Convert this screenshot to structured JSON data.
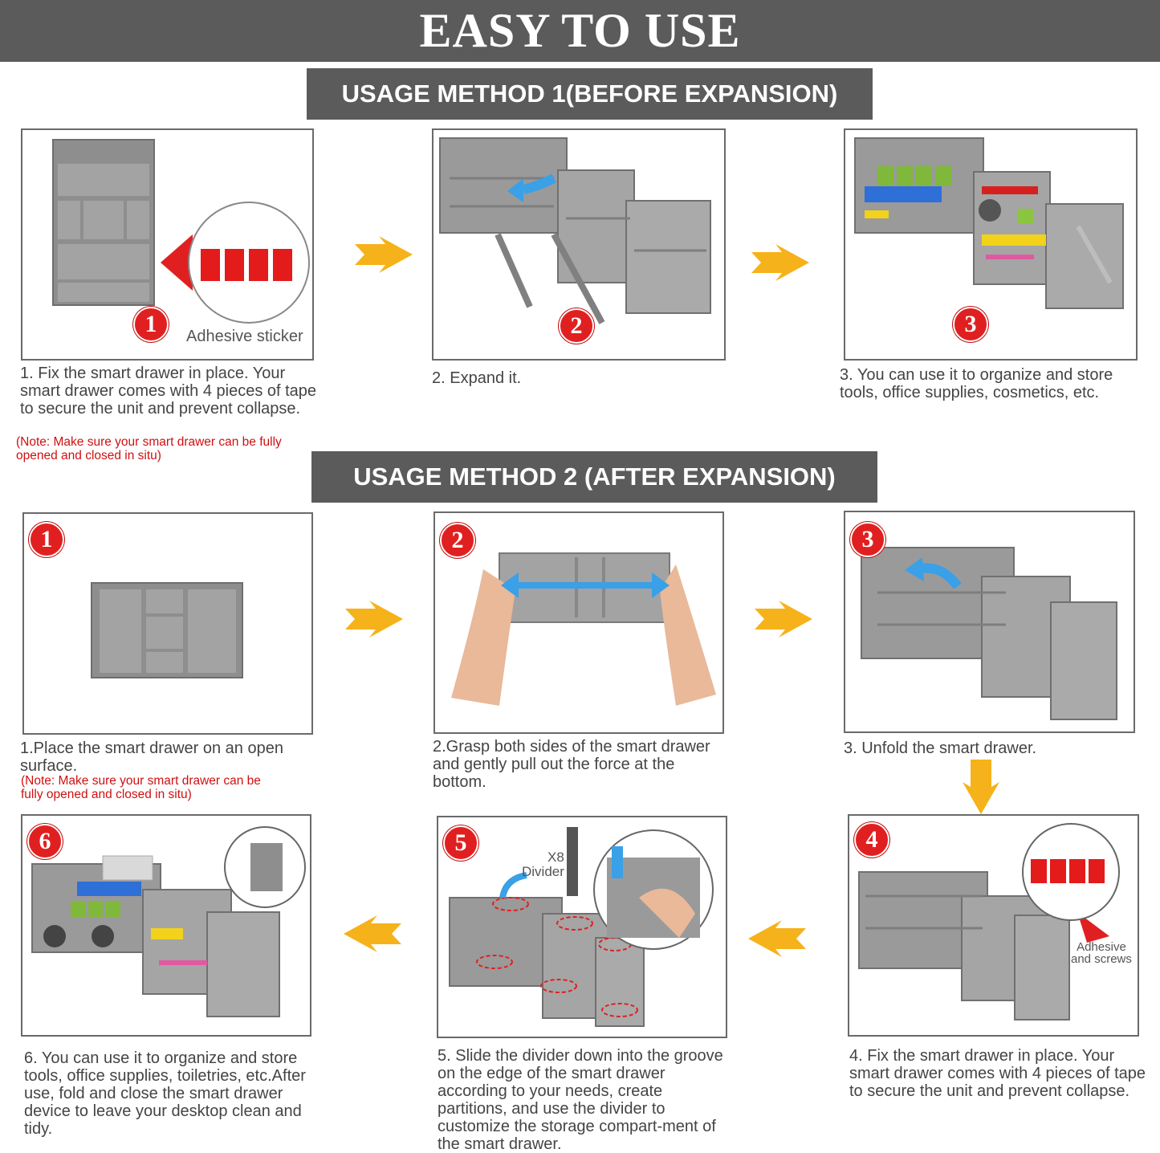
{
  "header": {
    "title": "EASY TO USE"
  },
  "method1": {
    "title": "USAGE METHOD 1(BEFORE EXPANSION)",
    "steps": [
      {
        "badge": "1",
        "label": "Adhesive sticker",
        "caption": "1. Fix the smart drawer in place. Your smart drawer comes with 4 pieces of tape to secure the unit and prevent collapse.",
        "note": "(Note: Make sure your smart drawer can be fully opened and closed in situ)"
      },
      {
        "badge": "2",
        "caption": "2. Expand it."
      },
      {
        "badge": "3",
        "caption": "3. You can use it to organize and store tools, office supplies, cosmetics, etc."
      }
    ]
  },
  "method2": {
    "title": "USAGE METHOD 2 (AFTER EXPANSION)",
    "steps": [
      {
        "badge": "1",
        "caption": "1.Place the smart drawer on an open surface.",
        "note": "(Note: Make sure your smart drawer can be fully opened and closed in situ)"
      },
      {
        "badge": "2",
        "caption": "2.Grasp both sides of the smart drawer and gently pull out the force at the bottom."
      },
      {
        "badge": "3",
        "caption": "3. Unfold the smart drawer."
      },
      {
        "badge": "4",
        "label_line1": "Adhesive",
        "label_line2": "and screws",
        "caption": "4. Fix the smart drawer in place. Your smart drawer comes with 4 pieces of tape to secure the unit and prevent collapse."
      },
      {
        "badge": "5",
        "label_qty": "X8",
        "label_divider": "Divider",
        "caption": "5.  Slide the divider down into the groove on the edge of the smart drawer according to your needs, create partitions, and use the divider to customize the storage compart-ment of the smart drawer."
      },
      {
        "badge": "6",
        "caption": "6. You can use it to organize and store tools, office supplies, toiletries, etc.After use, fold and close the smart drawer device to leave your desktop clean and tidy."
      }
    ]
  },
  "colors": {
    "bar": "#5b5b5b",
    "badge": "#e02020",
    "arrow": "#f6b21a",
    "tray": "#9a9a9a",
    "note": "#d01010"
  }
}
